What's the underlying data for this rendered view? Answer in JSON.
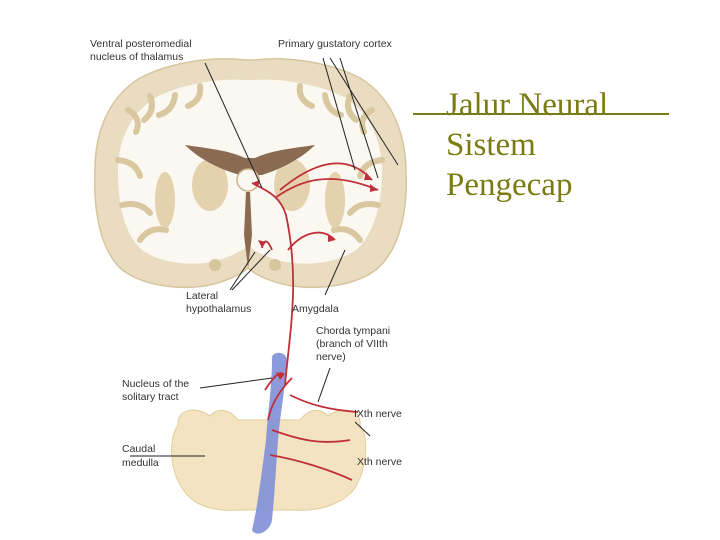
{
  "slide": {
    "title_lines": [
      "Jalur Neural",
      "Sistem",
      "Pengecap"
    ],
    "title_color": "#7b7b14"
  },
  "diagram": {
    "labels": {
      "vpm_line1": "Ventral posteromedial",
      "vpm_line2": "nucleus of thalamus",
      "gustatory_cortex": "Primary gustatory cortex",
      "lateral_hypothalamus_line1": "Lateral",
      "lateral_hypothalamus_line2": "hypothalamus",
      "amygdala": "Amygdala",
      "chorda_line1": "Chorda tympani",
      "chorda_line2": "(branch of VIIth",
      "chorda_line3": "nerve)",
      "solitary_line1": "Nucleus of the",
      "solitary_line2": "solitary tract",
      "ixth_nerve": "IXth nerve",
      "caudal_line1": "Caudal",
      "caudal_line2": "medulla",
      "xth_nerve": "Xth nerve"
    },
    "colors": {
      "brain_tissue": "#e9dcc0",
      "white_matter": "#fbf8f1",
      "ventricle": "#8b6a52",
      "pathway": "#c0303a",
      "solitary_tract": "#7f8fd8",
      "medulla": "#f3e3c0"
    }
  }
}
